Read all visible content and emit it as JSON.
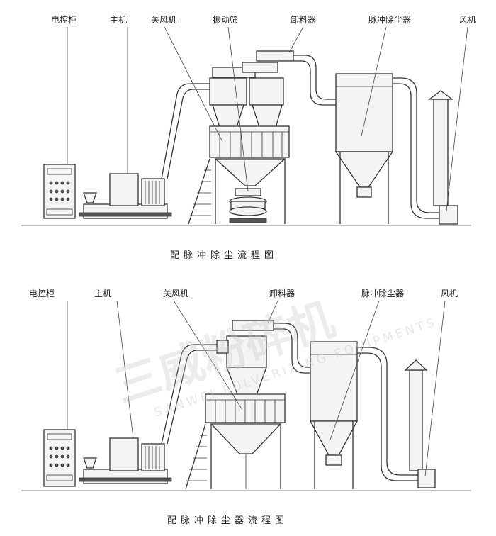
{
  "diagrams": [
    {
      "labels": {
        "control_cabinet": "电控柜",
        "main_machine": "主机",
        "airlock_fan": "关风机",
        "vibrating_screen": "振动筛",
        "discharger": "卸料器",
        "pulse_dust_collector": "脉冲除尘器",
        "fan": "风机"
      },
      "caption": "配脉冲除尘流程图"
    },
    {
      "labels": {
        "control_cabinet": "电控柜",
        "main_machine": "主机",
        "airlock_fan": "关风机",
        "discharger": "卸料器",
        "pulse_dust_collector": "脉冲除尘器",
        "fan": "风机"
      },
      "caption": "配脉冲除尘器流程图"
    }
  ],
  "watermark": {
    "brand_cn": "三威粉碎机",
    "brand_en": "SANWEI PULVERIZING EQUIPMENTS"
  },
  "colors": {
    "line": "#333333",
    "watermark": "#c9c9c9"
  }
}
